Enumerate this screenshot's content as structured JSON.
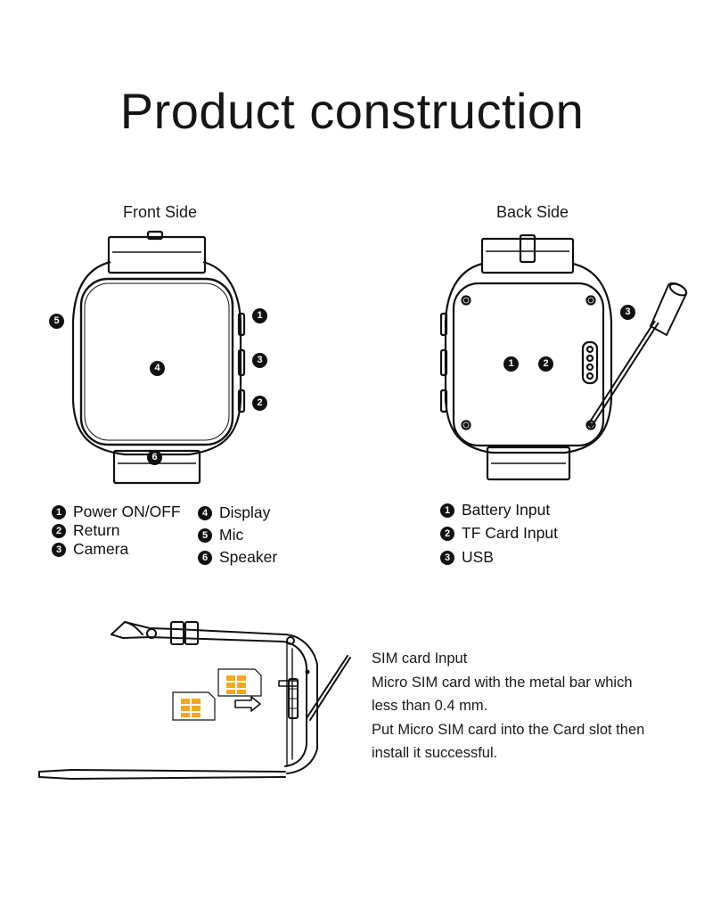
{
  "title": "Product construction",
  "front": {
    "label": "Front Side",
    "callouts": [
      "1",
      "2",
      "3",
      "4",
      "5",
      "6"
    ],
    "legend_left": [
      {
        "num": "1",
        "label": "Power ON/OFF"
      },
      {
        "num": "2",
        "label": "Return"
      },
      {
        "num": "3",
        "label": "Camera"
      }
    ],
    "legend_right": [
      {
        "num": "4",
        "label": "Display"
      },
      {
        "num": "5",
        "label": "Mic"
      },
      {
        "num": "6",
        "label": "Speaker"
      }
    ]
  },
  "back": {
    "label": "Back Side",
    "callouts": [
      "1",
      "2",
      "3"
    ],
    "legend": [
      {
        "num": "1",
        "label": "Battery Input"
      },
      {
        "num": "2",
        "label": "TF Card Input"
      },
      {
        "num": "3",
        "label": "USB"
      }
    ]
  },
  "sim": {
    "lines": [
      "SIM card Input",
      "Micro SIM card with the metal bar which",
      "less than 0.4 mm.",
      "Put Micro SIM card into the Card slot then",
      "install it successful."
    ]
  },
  "colors": {
    "ink": "#111111",
    "sim_card": "#f5a623",
    "background": "#ffffff"
  }
}
